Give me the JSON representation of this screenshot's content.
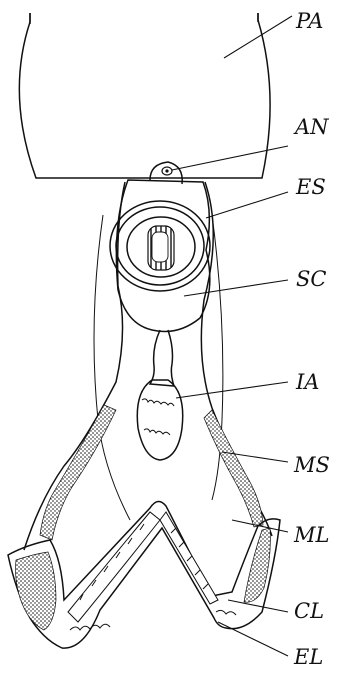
{
  "figure": {
    "labels": {
      "pa": "PA",
      "an": "AN",
      "es": "ES",
      "sc": "SC",
      "ia": "IA",
      "ms": "MS",
      "ml": "ML",
      "cl": "CL",
      "el": "EL"
    },
    "colors": {
      "ink": "#111111",
      "background": "#ffffff"
    }
  }
}
